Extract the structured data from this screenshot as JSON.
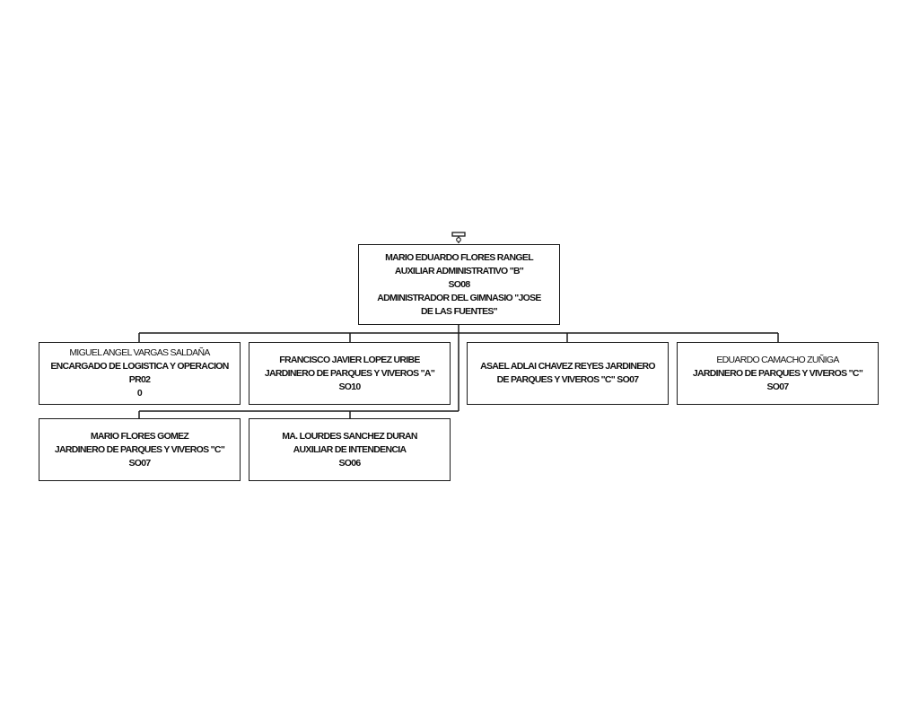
{
  "root": {
    "name": "MARIO EDUARDO FLORES RANGEL",
    "position": "AUXILIAR ADMINISTRATIVO \"B\"",
    "code": "SO08",
    "department_line1": "ADMINISTRADOR DEL GIMNASIO \"JOSE",
    "department_line2": "DE LAS FUENTES\""
  },
  "children": [
    {
      "name": "MIGUEL ANGEL VARGAS SALDAÑA",
      "position": "ENCARGADO DE LOGISTICA Y OPERACION",
      "code": "PR02",
      "extra": "0"
    },
    {
      "name": "FRANCISCO JAVIER LOPEZ URIBE",
      "position": "JARDINERO DE PARQUES Y VIVEROS \"A\"",
      "code": "SO10"
    },
    {
      "line1": "ASAEL ADLAI CHAVEZ REYES JARDINERO",
      "line2": "DE PARQUES Y VIVEROS \"C\"  SO07"
    },
    {
      "name": "EDUARDO CAMACHO ZUÑIGA",
      "position": "JARDINERO DE PARQUES Y VIVEROS \"C\"",
      "code": "SO07"
    },
    {
      "name": "MARIO FLORES GOMEZ",
      "position": "JARDINERO DE PARQUES Y VIVEROS \"C\"",
      "code": "SO07"
    },
    {
      "name": "MA. LOURDES SANCHEZ DURAN",
      "position": "AUXILIAR DE INTENDENCIA",
      "code": "SO06"
    }
  ]
}
